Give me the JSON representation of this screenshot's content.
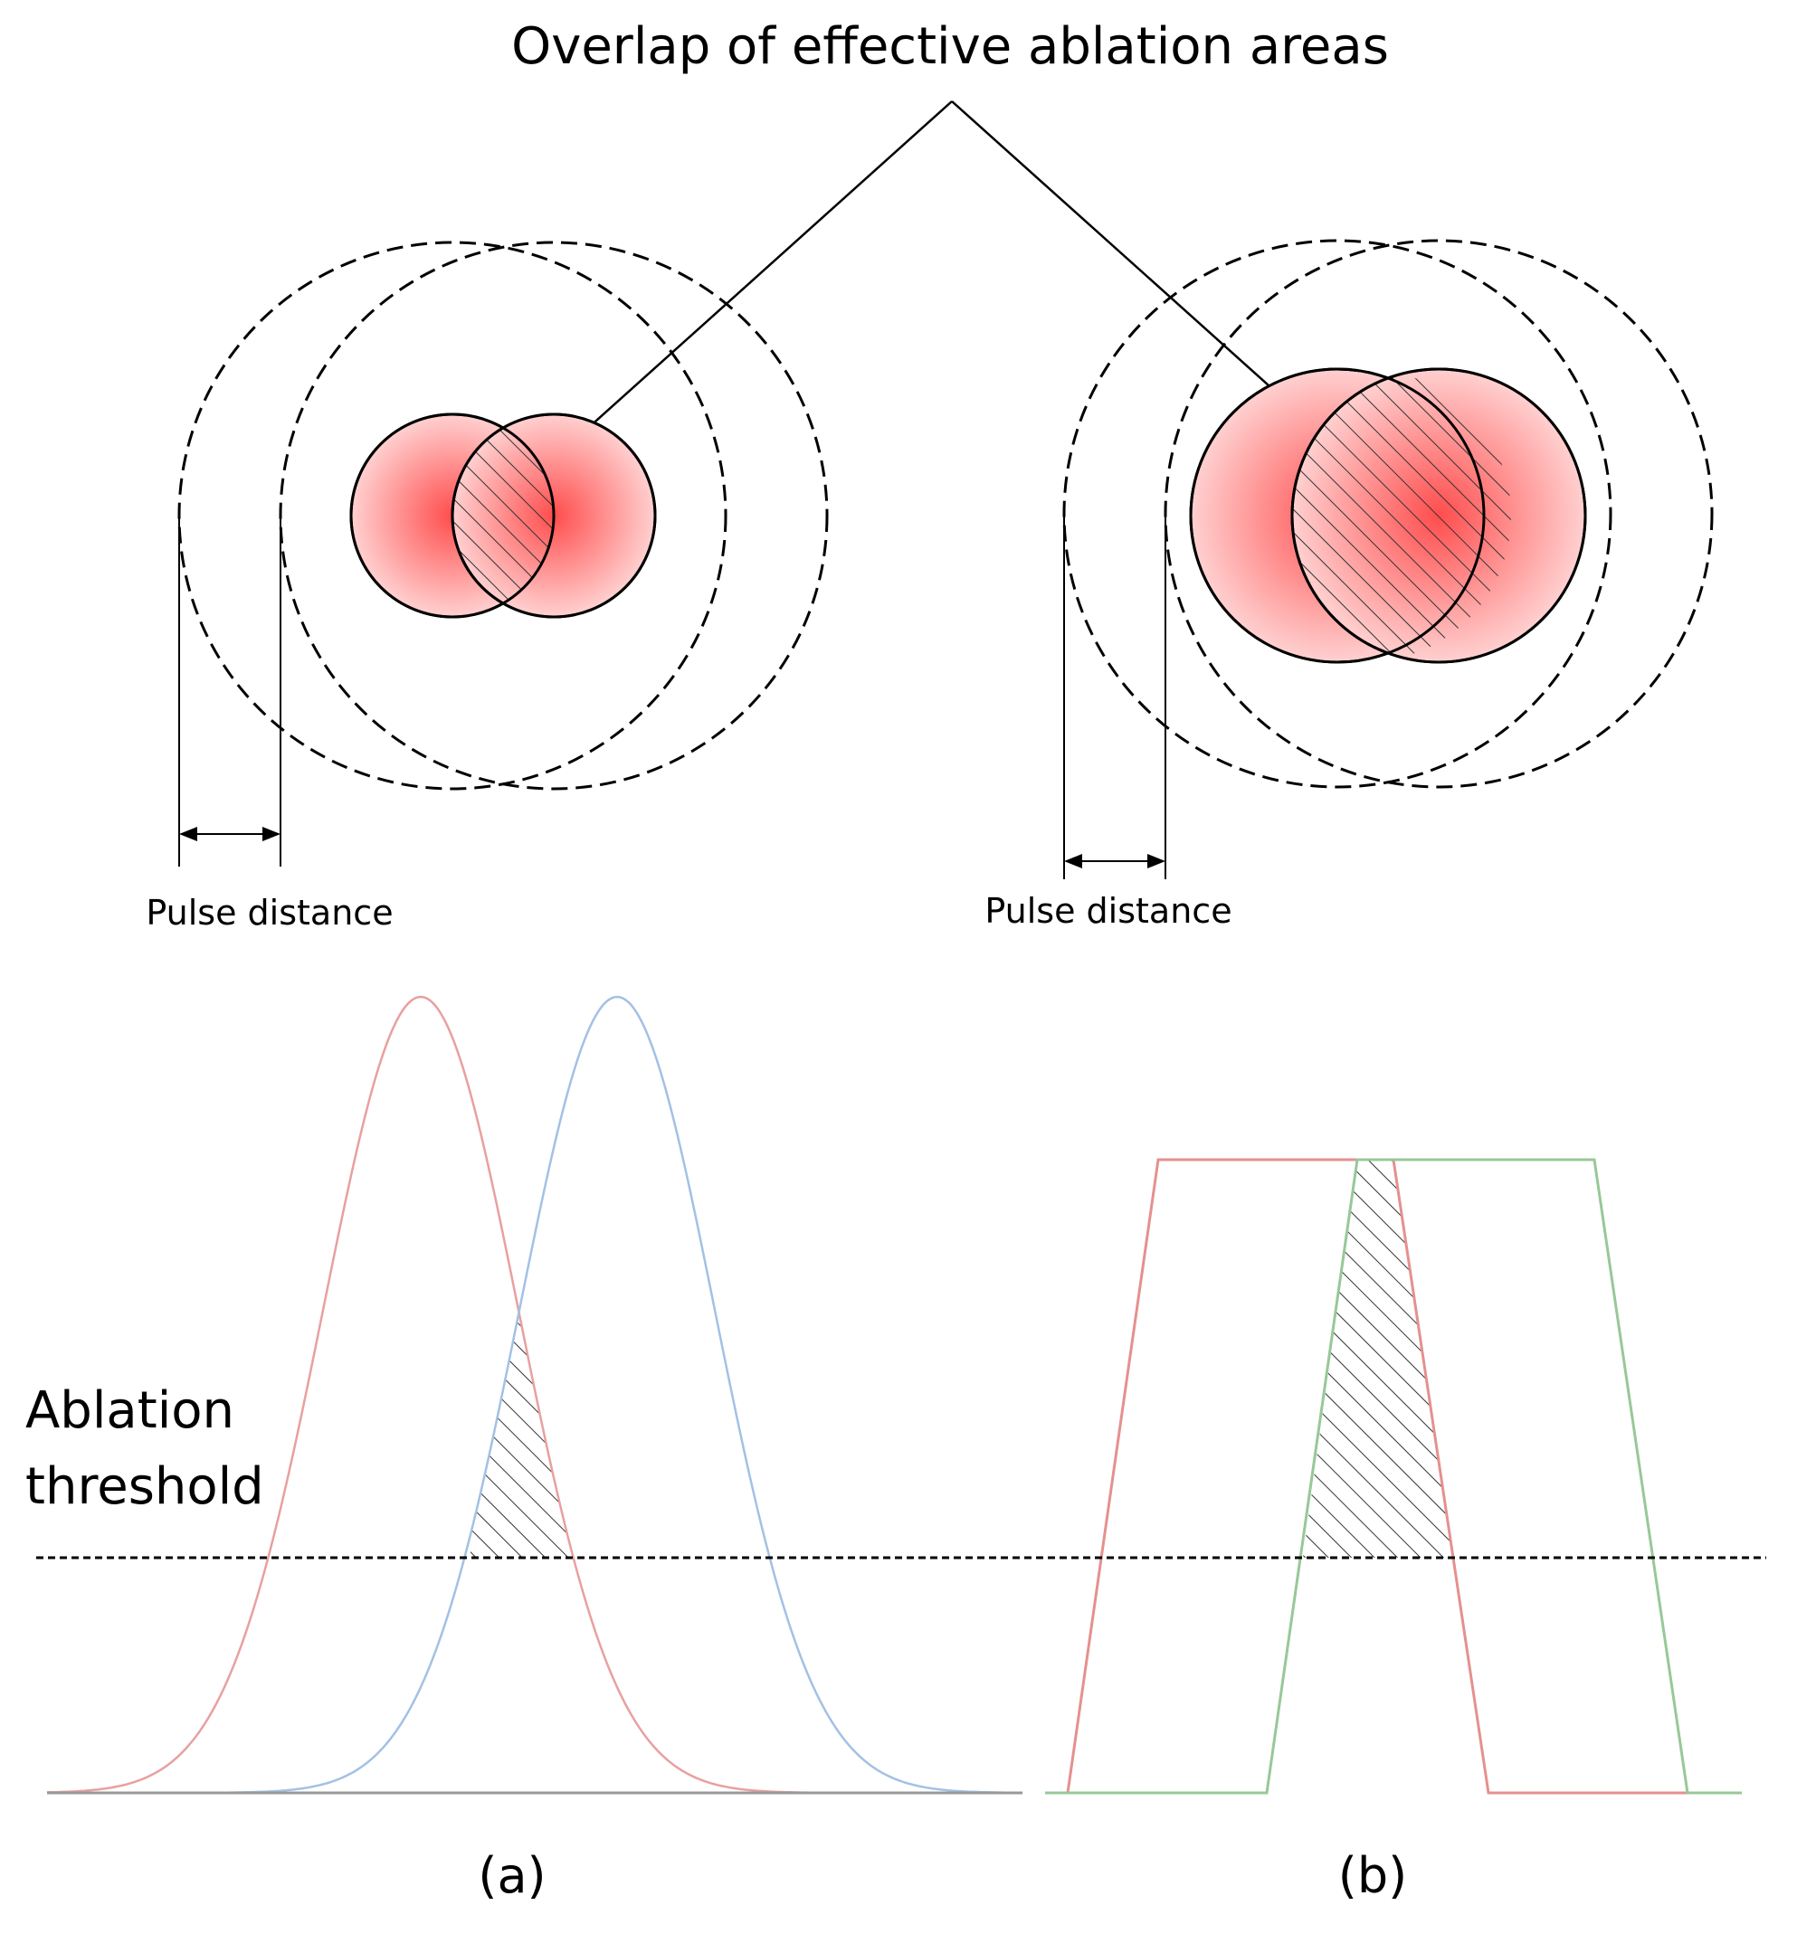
{
  "labels": {
    "overlap_title": "Overlap of effective ablation areas",
    "pulse_distance_a": "Pulse distance",
    "pulse_distance_b": "Pulse distance",
    "ablation_line1": "Ablation",
    "ablation_line2": "threshold",
    "panel_a": "(a)",
    "panel_b": "(b)"
  },
  "colors": {
    "gaussian_pulse_1": "#e8a0a0",
    "gaussian_pulse_2": "#a3c1e3",
    "flat_top_pulse_1": "#e59090",
    "flat_top_pulse_2": "#98c898",
    "spot_fill_center": "#ff4d4d",
    "spot_fill_edge": "#ffd0d0",
    "hatch": "#333333",
    "outline": "#000000"
  }
}
